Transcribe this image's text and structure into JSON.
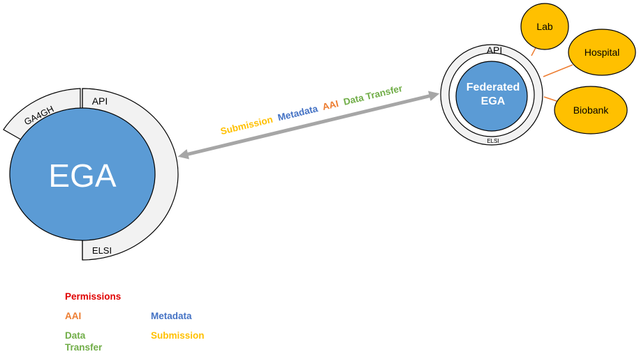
{
  "colors": {
    "ega_blue": "#5b9bd5",
    "ring_fill": "#f2f2f2",
    "outline": "#000000",
    "node_yellow": "#ffc000",
    "connector_orange": "#ed7d31",
    "arrow_gray": "#a6a6a6",
    "permissions_red": "#e00000",
    "aai_orange": "#ed7d31",
    "metadata_blue": "#4472c4",
    "data_transfer_green": "#70ad47",
    "submission_yellow": "#ffc000"
  },
  "central": {
    "label": "EGA",
    "ring_labels": {
      "api": "API",
      "ga4gh": "GA4GH",
      "elsi": "ELSI"
    }
  },
  "federated": {
    "label_line1": "Federated",
    "label_line2": "EGA",
    "ring_labels": {
      "api": "API",
      "elsi": "ELSI"
    }
  },
  "satellites": [
    {
      "label": "Lab"
    },
    {
      "label": "Hospital"
    },
    {
      "label": "Biobank"
    }
  ],
  "arrow_label": {
    "submission": "Submission",
    "metadata": "Metadata",
    "aai": "AAI",
    "data_transfer": "Data Transfer"
  },
  "legend": {
    "permissions": "Permissions",
    "aai": "AAI",
    "metadata": "Metadata",
    "data_line1": "Data",
    "data_line2": "Transfer",
    "submission": "Submission"
  }
}
